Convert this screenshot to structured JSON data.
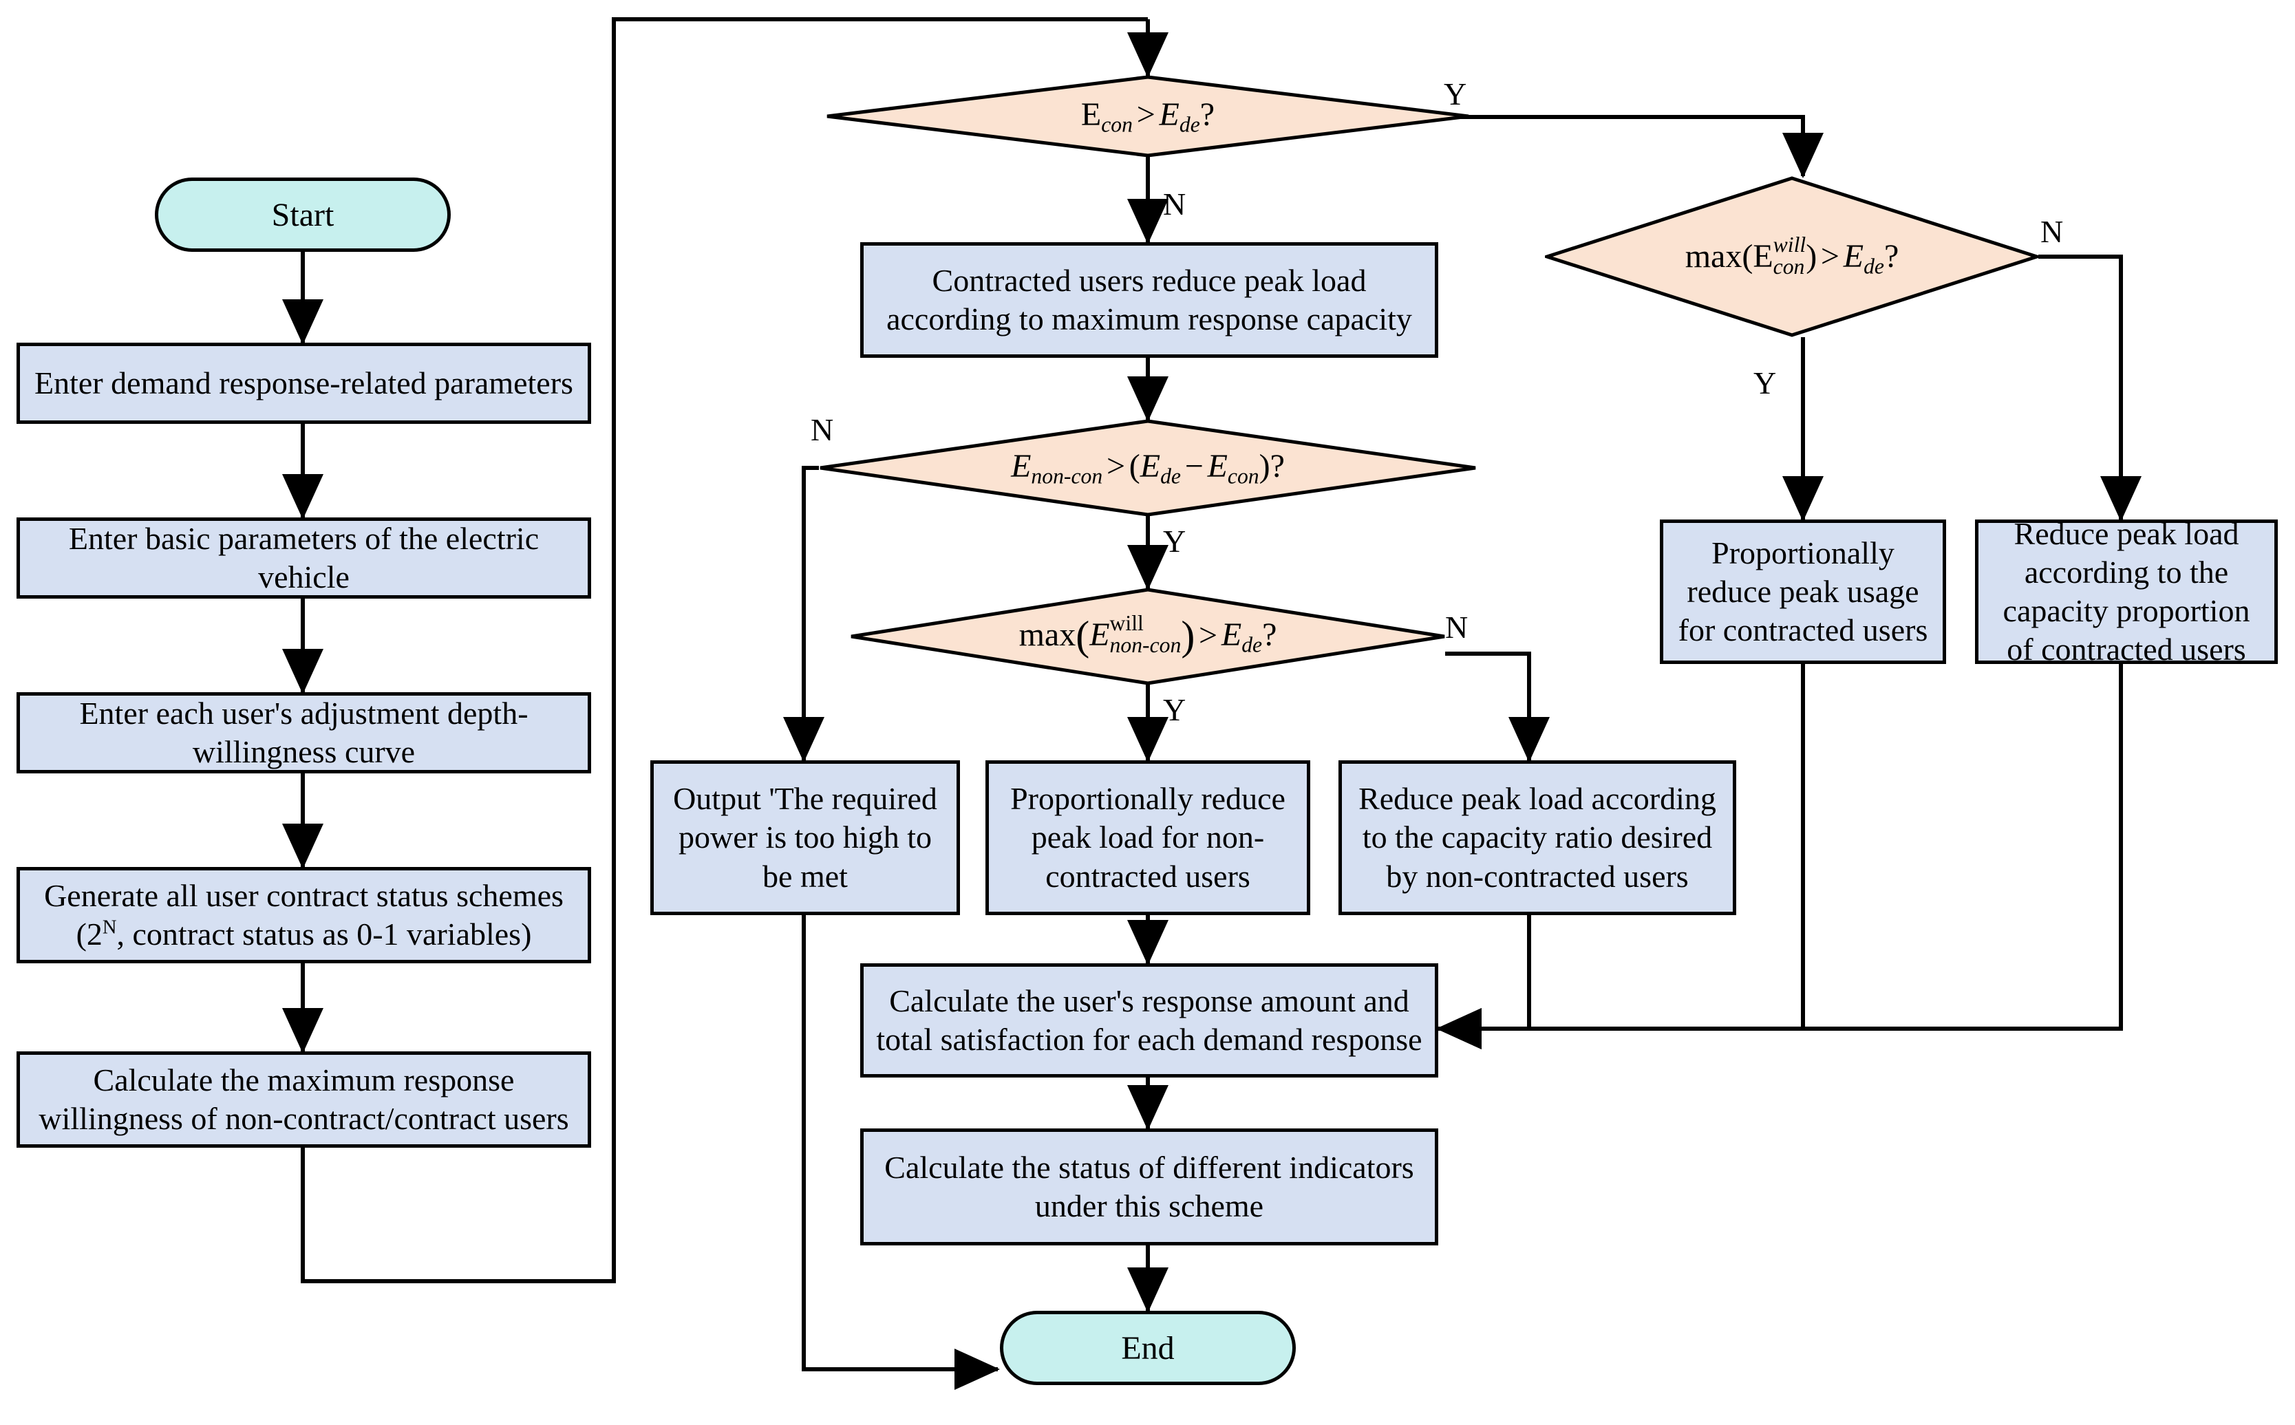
{
  "diagram": {
    "title": "Demand response dispatch flowchart",
    "colors": {
      "process_fill": "#d6e0f2",
      "decision_fill": "#fbe3d2",
      "terminator_fill": "#c7f0ee",
      "stroke": "#000000",
      "background": "#ffffff"
    },
    "nodes": {
      "start": "Start",
      "end": "End",
      "enter_dr_params": "Enter demand response-related parameters",
      "enter_ev_params": "Enter basic parameters of the electric vehicle",
      "enter_curve": "Enter each user's adjustment depth-willingness curve",
      "generate_schemes_line1": "Generate all user contract status",
      "generate_schemes_line2_a": "schemes (2",
      "generate_schemes_sup": "N",
      "generate_schemes_line2_b": ",  contract status as 0-1",
      "generate_schemes_line3": "variables)",
      "calc_max_willingness": "Calculate the maximum response willingness of non-contract/contract users",
      "contracted_reduce": "Contracted users reduce peak load according to maximum response capacity",
      "output_too_high": "Output 'The required power is too high to be met",
      "prop_reduce_noncon": "Proportionally reduce peak load for non-contracted users",
      "reduce_ratio_noncon": "Reduce peak load according to the capacity ratio desired by non-contracted users",
      "prop_reduce_con": "Proportionally reduce peak usage for contracted users",
      "reduce_proportion_con": "Reduce peak load according to the capacity proportion of contracted users",
      "calc_response_satisfaction": "Calculate the user's response amount and total satisfaction for each demand response",
      "calc_indicators": "Calculate the status of different indicators under this scheme"
    },
    "decisions": {
      "d1": {
        "lhs": "E",
        "lhs_sub": "con",
        "op": ">",
        "rhs": "E",
        "rhs_sub": "de",
        "q": "?",
        "full_text": "E_con > E_de?"
      },
      "d2": {
        "full_text": "E_non-con > (E_de - E_con)?"
      },
      "d3": {
        "full_text": "max(E_non-con^will) > E_de?"
      },
      "d4": {
        "full_text": "max(E_con^will) > E_de?"
      }
    },
    "edge_labels": {
      "d1_yes": "Y",
      "d1_no": "N",
      "d2_no": "N",
      "d2_yes": "Y",
      "d3_yes": "Y",
      "d3_no": "N",
      "d4_yes": "Y",
      "d4_no": "N"
    }
  }
}
